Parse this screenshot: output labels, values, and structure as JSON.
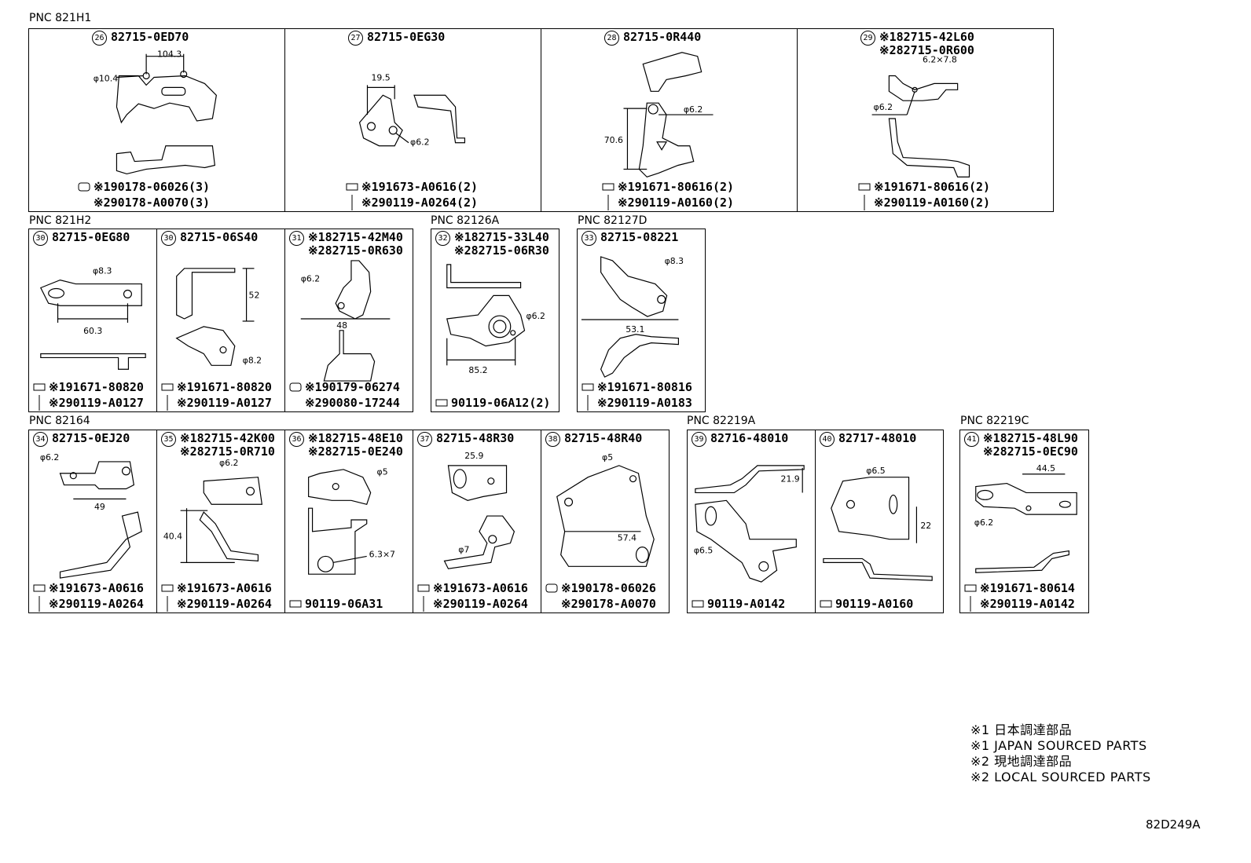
{
  "groups": [
    {
      "label": "PNC 821H1"
    },
    {
      "label": "PNC 821H2"
    },
    {
      "label": "PNC 82126A"
    },
    {
      "label": "PNC 82127D"
    },
    {
      "label": "PNC 82164"
    },
    {
      "label": "PNC 82219A"
    },
    {
      "label": "PNC 82219C"
    }
  ],
  "parts": [
    {
      "num": "26",
      "lines": [
        "82715-0ED70"
      ],
      "dims": [
        "104.3",
        "φ10.4"
      ],
      "fasteners": [
        "※190178-06026(3)",
        "※290178-A0070(3)"
      ]
    },
    {
      "num": "27",
      "lines": [
        "82715-0EG30"
      ],
      "dims": [
        "19.5",
        "φ6.2"
      ],
      "fasteners": [
        "※191673-A0616(2)",
        "※290119-A0264(2)"
      ]
    },
    {
      "num": "28",
      "lines": [
        "82715-0R440"
      ],
      "dims": [
        "φ6.2",
        "70.6"
      ],
      "fasteners": [
        "※191671-80616(2)",
        "※290119-A0160(2)"
      ]
    },
    {
      "num": "29",
      "lines": [
        "※182715-42L60",
        "※282715-0R600"
      ],
      "dims": [
        "6.2×7.8",
        "φ6.2"
      ],
      "fasteners": [
        "※191671-80616(2)",
        "※290119-A0160(2)"
      ]
    },
    {
      "num": "30",
      "lines": [
        "82715-0EG80"
      ],
      "dims": [
        "φ8.3",
        "60.3"
      ],
      "fasteners": [
        "※191671-80820",
        "※290119-A0127"
      ]
    },
    {
      "num": "30",
      "lines": [
        "82715-06S40"
      ],
      "dims": [
        "52",
        "φ8.2"
      ],
      "fasteners": [
        "※191671-80820",
        "※290119-A0127"
      ]
    },
    {
      "num": "31",
      "lines": [
        "※182715-42M40",
        "※282715-0R630"
      ],
      "dims": [
        "φ6.2",
        "48"
      ],
      "fasteners": [
        "※190179-06274",
        "※290080-17244"
      ]
    },
    {
      "num": "32",
      "lines": [
        "※182715-33L40",
        "※282715-06R30"
      ],
      "dims": [
        "φ6.2",
        "85.2"
      ],
      "fasteners": [
        "90119-06A12(2)"
      ]
    },
    {
      "num": "33",
      "lines": [
        "82715-08221"
      ],
      "dims": [
        "φ8.3",
        "53.1"
      ],
      "fasteners": [
        "※191671-80816",
        "※290119-A0183"
      ]
    },
    {
      "num": "34",
      "lines": [
        "82715-0EJ20"
      ],
      "dims": [
        "φ6.2",
        "49"
      ],
      "fasteners": [
        "※191673-A0616",
        "※290119-A0264"
      ]
    },
    {
      "num": "35",
      "lines": [
        "※182715-42K00",
        "※282715-0R710"
      ],
      "dims": [
        "φ6.2",
        "40.4"
      ],
      "fasteners": [
        "※191673-A0616",
        "※290119-A0264"
      ]
    },
    {
      "num": "36",
      "lines": [
        "※182715-48E10",
        "※282715-0E240"
      ],
      "dims": [
        "φ5",
        "6.3×7"
      ],
      "fasteners": [
        "90119-06A31"
      ]
    },
    {
      "num": "37",
      "lines": [
        "82715-48R30"
      ],
      "dims": [
        "25.9",
        "φ7"
      ],
      "fasteners": [
        "※191673-A0616",
        "※290119-A0264"
      ]
    },
    {
      "num": "38",
      "lines": [
        "82715-48R40"
      ],
      "dims": [
        "φ5",
        "57.4"
      ],
      "fasteners": [
        "※190178-06026",
        "※290178-A0070"
      ]
    },
    {
      "num": "39",
      "lines": [
        "82716-48010"
      ],
      "dims": [
        "21.9",
        "φ6.5"
      ],
      "fasteners": [
        "90119-A0142"
      ]
    },
    {
      "num": "40",
      "lines": [
        "82717-48010"
      ],
      "dims": [
        "φ6.5",
        "22"
      ],
      "fasteners": [
        "90119-A0160"
      ]
    },
    {
      "num": "41",
      "lines": [
        "※182715-48L90",
        "※282715-0EC90"
      ],
      "dims": [
        "44.5",
        "φ6.2"
      ],
      "fasteners": [
        "※191671-80614",
        "※290119-A0142"
      ]
    }
  ],
  "notes": [
    "※1 日本調達部品",
    "※1 JAPAN SOURCED PARTS",
    "※2 現地調達部品",
    "※2 LOCAL SOURCED PARTS"
  ],
  "diagram_code": "82D249A"
}
